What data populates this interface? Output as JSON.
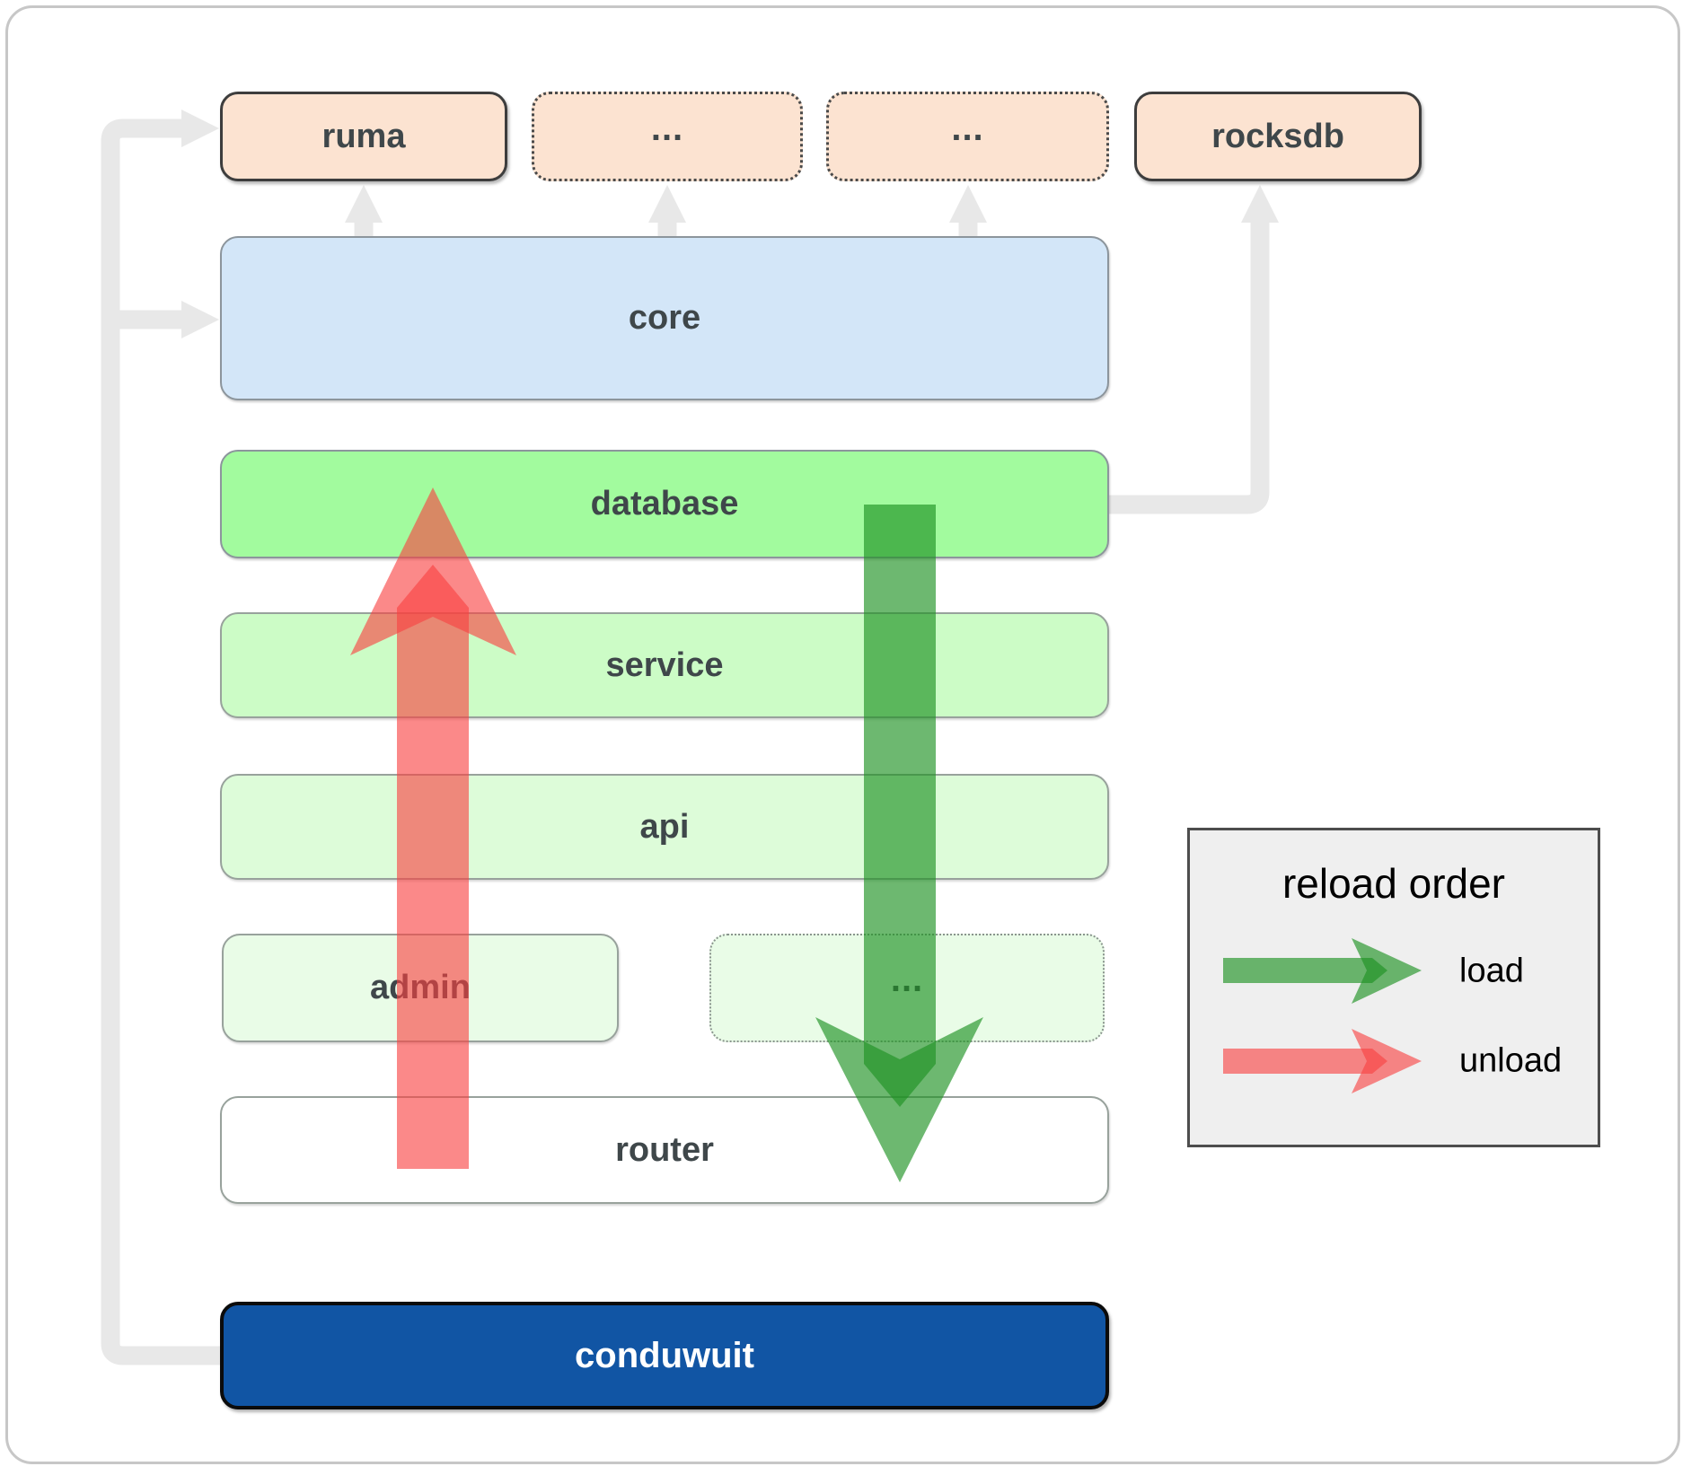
{
  "diagram": {
    "external": [
      {
        "id": "ruma",
        "label": "ruma",
        "style": "solid"
      },
      {
        "id": "ext1",
        "label": "...",
        "style": "dotted"
      },
      {
        "id": "ext2",
        "label": "...",
        "style": "dotted"
      },
      {
        "id": "rocksdb",
        "label": "rocksdb",
        "style": "solid"
      }
    ],
    "layers": [
      {
        "id": "core",
        "label": "core"
      },
      {
        "id": "database",
        "label": "database"
      },
      {
        "id": "service",
        "label": "service"
      },
      {
        "id": "api",
        "label": "api"
      },
      {
        "id": "admin",
        "label": "admin"
      },
      {
        "id": "admin_more",
        "label": "..."
      },
      {
        "id": "router",
        "label": "router"
      },
      {
        "id": "conduwuit",
        "label": "conduwuit"
      }
    ],
    "legend": {
      "title": "reload order",
      "items": [
        {
          "label": "load",
          "color_key": "load"
        },
        {
          "label": "unload",
          "color_key": "unload"
        }
      ]
    }
  },
  "colors": {
    "peach": "#fce3d1",
    "core": "#d3e6f8",
    "database": "#a2fb9e",
    "service": "#ccfcc6",
    "api": "#ddfcd9",
    "admin": "#e9fce7",
    "conduwuit": "#1155a4",
    "connector": "#e8e8e8",
    "load": "#1e9223",
    "unload": "#f84040",
    "legend_bg": "#efefef",
    "label_text": "#3f474a"
  }
}
